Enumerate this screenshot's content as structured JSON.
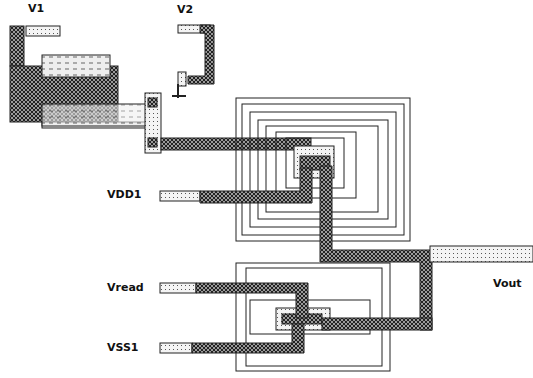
{
  "diagram": {
    "labels": [
      "V1",
      "V2",
      "VDD1",
      "Vread",
      "VSS1",
      "Vout"
    ]
  }
}
